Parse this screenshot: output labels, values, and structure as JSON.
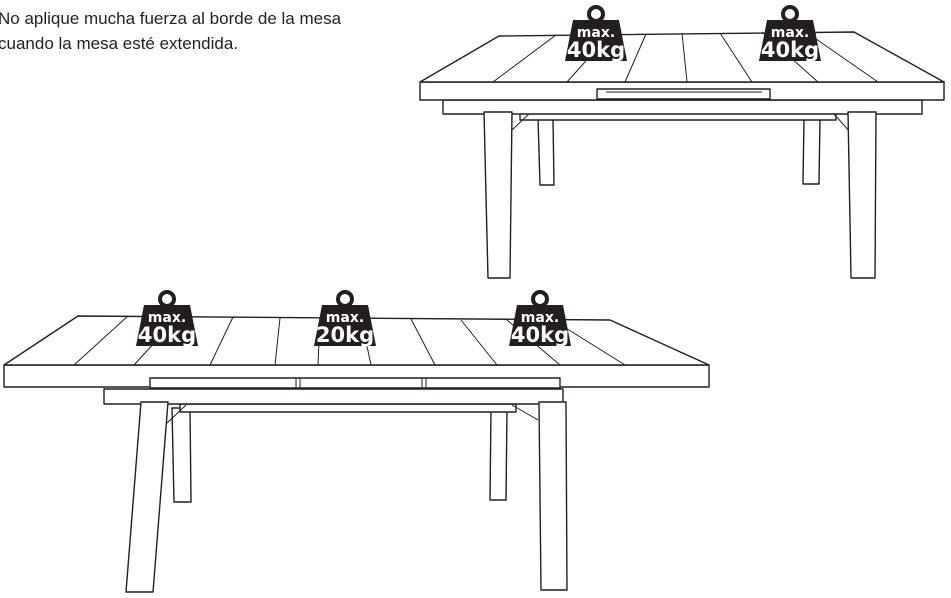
{
  "caption": {
    "line1": "No aplique mucha fuerza al borde de la mesa",
    "line2": "cuando la mesa esté extendida."
  },
  "weights": {
    "top_left": {
      "line1": "max.",
      "line2": "40kg"
    },
    "top_right": {
      "line1": "max.",
      "line2": "40kg"
    },
    "bottom_left": {
      "line1": "max.",
      "line2": "40kg"
    },
    "bottom_center": {
      "line1": "max.",
      "line2": "20kg"
    },
    "bottom_right": {
      "line1": "max.",
      "line2": "40kg"
    }
  },
  "colors": {
    "ink": "#231f20",
    "background": "#ffffff"
  }
}
